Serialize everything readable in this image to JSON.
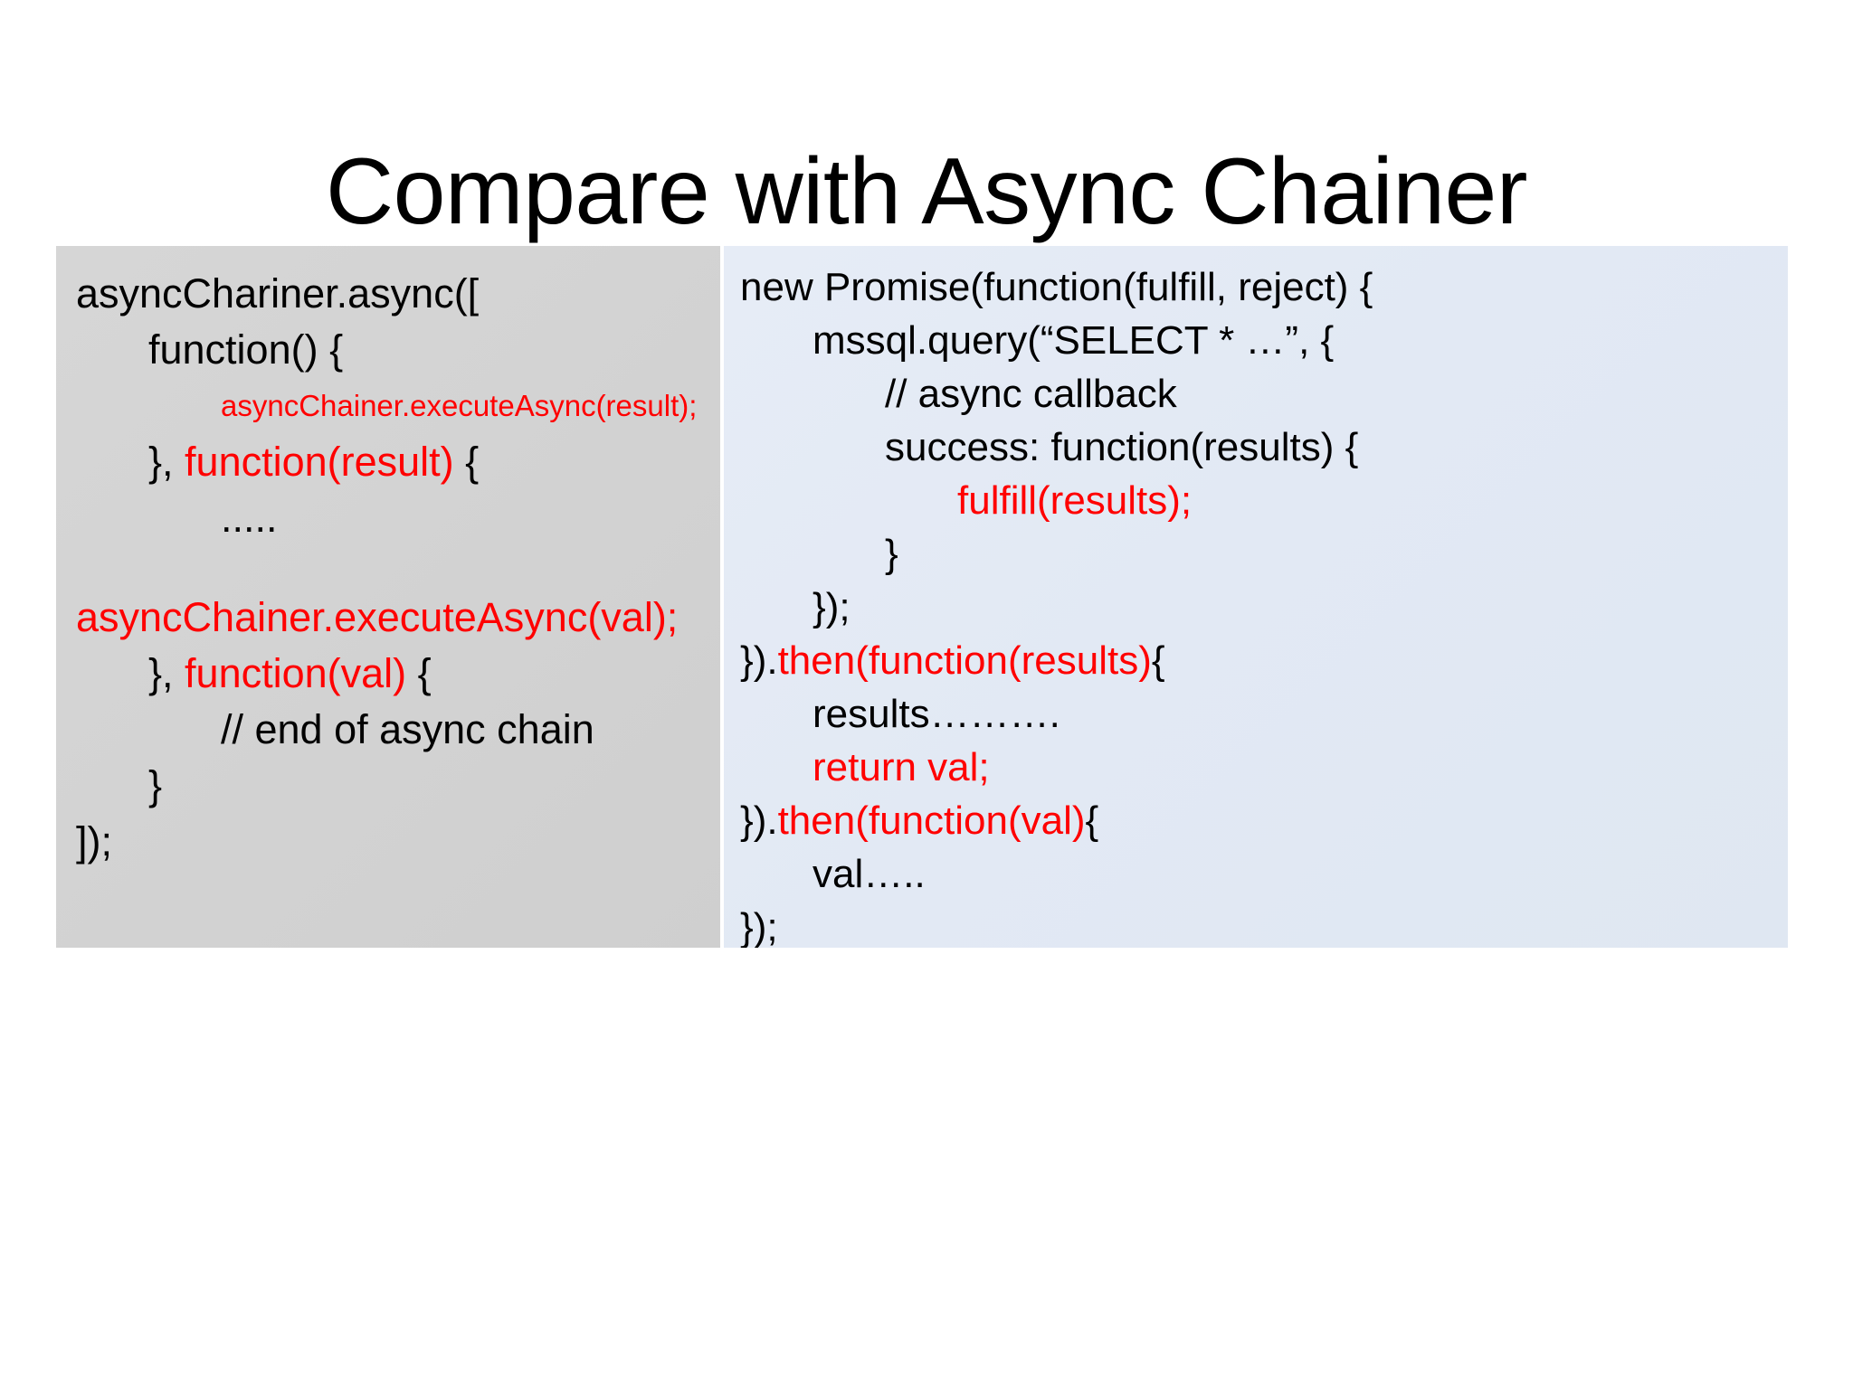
{
  "slide": {
    "title": "Compare with Async Chainer",
    "background_color": "#ffffff",
    "accent_red": "#ff0000",
    "text_color": "#000000"
  },
  "left_panel": {
    "background_color": "#d3d3d3",
    "lines": [
      {
        "indent": 0,
        "size": "normal",
        "segments": [
          {
            "text": "asyncChariner.async([",
            "color": "black"
          }
        ]
      },
      {
        "indent": 1,
        "size": "normal",
        "segments": [
          {
            "text": "function() {",
            "color": "black"
          }
        ]
      },
      {
        "indent": 2,
        "size": "small",
        "segments": [
          {
            "text": "asyncChainer.executeAsync(result);",
            "color": "red"
          }
        ]
      },
      {
        "indent": 1,
        "size": "normal",
        "segments": [
          {
            "text": "}, ",
            "color": "black"
          },
          {
            "text": "function(result)",
            "color": "red"
          },
          {
            "text": " {",
            "color": "black"
          }
        ]
      },
      {
        "indent": 2,
        "size": "normal",
        "segments": [
          {
            "text": ".....",
            "color": "black"
          }
        ]
      },
      {
        "indent": 0,
        "size": "blank",
        "segments": [
          {
            "text": "",
            "color": "black"
          }
        ]
      },
      {
        "indent": 0,
        "size": "normal",
        "segments": [
          {
            "text": "asyncChainer.executeAsync(val);",
            "color": "red"
          }
        ]
      },
      {
        "indent": 1,
        "size": "normal",
        "segments": [
          {
            "text": "}, ",
            "color": "black"
          },
          {
            "text": "function(val)",
            "color": "red"
          },
          {
            "text": " {",
            "color": "black"
          }
        ]
      },
      {
        "indent": 2,
        "size": "normal",
        "segments": [
          {
            "text": "// end of async chain",
            "color": "black"
          }
        ]
      },
      {
        "indent": 1,
        "size": "normal",
        "segments": [
          {
            "text": "}",
            "color": "black"
          }
        ]
      },
      {
        "indent": 0,
        "size": "normal",
        "segments": [
          {
            "text": "]);",
            "color": "black"
          }
        ]
      }
    ]
  },
  "right_panel": {
    "background_color": "#e2e9f4",
    "lines": [
      {
        "indent": 0,
        "segments": [
          {
            "text": "new Promise(function(fulfill, reject) {",
            "color": "black"
          }
        ]
      },
      {
        "indent": 1,
        "segments": [
          {
            "text": "mssql.query(“SELECT * …”, {",
            "color": "black"
          }
        ]
      },
      {
        "indent": 2,
        "segments": [
          {
            "text": "// async callback",
            "color": "black"
          }
        ]
      },
      {
        "indent": 2,
        "segments": [
          {
            "text": "success: function(results) {",
            "color": "black"
          }
        ]
      },
      {
        "indent": 3,
        "segments": [
          {
            "text": "fulfill(results);",
            "color": "red"
          }
        ]
      },
      {
        "indent": 2,
        "segments": [
          {
            "text": "}",
            "color": "black"
          }
        ]
      },
      {
        "indent": 1,
        "segments": [
          {
            "text": "});",
            "color": "black"
          }
        ]
      },
      {
        "indent": 0,
        "segments": [
          {
            "text": "}).",
            "color": "black"
          },
          {
            "text": "then(function(results)",
            "color": "red"
          },
          {
            "text": "{",
            "color": "black"
          }
        ]
      },
      {
        "indent": 1,
        "segments": [
          {
            "text": "results……….",
            "color": "black"
          }
        ]
      },
      {
        "indent": 1,
        "segments": [
          {
            "text": "return val;",
            "color": "red"
          }
        ]
      },
      {
        "indent": 0,
        "segments": [
          {
            "text": "}).",
            "color": "black"
          },
          {
            "text": "then(function(val)",
            "color": "red"
          },
          {
            "text": "{",
            "color": "black"
          }
        ]
      },
      {
        "indent": 1,
        "segments": [
          {
            "text": "val…..",
            "color": "black"
          }
        ]
      },
      {
        "indent": 0,
        "segments": [
          {
            "text": "});",
            "color": "black"
          }
        ]
      }
    ]
  }
}
